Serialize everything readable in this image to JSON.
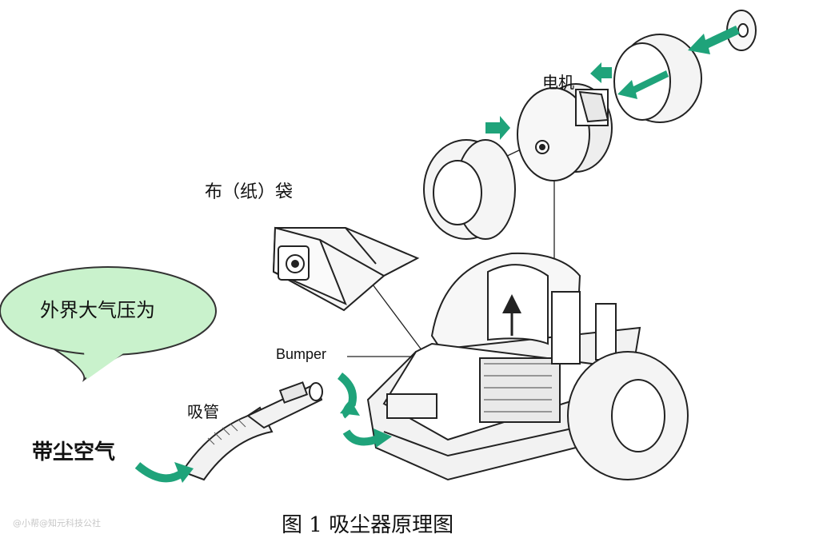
{
  "labels": {
    "bag": "布（纸）袋",
    "motor": "电机",
    "bumper": "Bumper",
    "hose": "吸管",
    "dusty_air": "带尘空气",
    "bubble": "外界大气压为",
    "caption": "图 1  吸尘器原理图",
    "watermark": "@小帮@知元科技公社"
  },
  "colors": {
    "arrow_green": "#1fa37a",
    "bubble_fill": "#c9f2cc",
    "line": "#222222"
  }
}
